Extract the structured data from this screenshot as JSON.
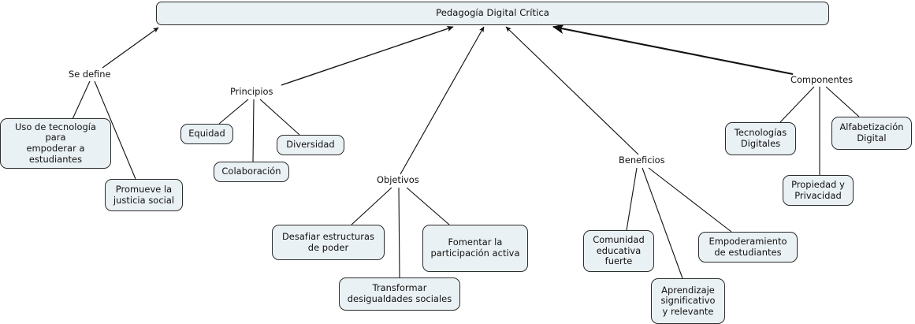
{
  "diagram": {
    "type": "concept-map",
    "title": "Pedagogía Digital Crítica",
    "background_color": "#ffffff",
    "node_fill_color": "#eaf1f4",
    "node_border_color": "#2b2b2b",
    "text_color": "#111111",
    "edge_color": "#111111"
  },
  "root": {
    "label": "Pedagogía Digital Crítica"
  },
  "branch_labels": {
    "se_define": "Se define",
    "principios": "Principios",
    "objetivos": "Objetivos",
    "beneficios": "Beneficios",
    "componentes": "Componentes"
  },
  "nodes": {
    "uso_tecnologia": "Uso de tecnología\npara\nempoderar a\nestudiantes",
    "justicia_social": "Promueve la\njusticia social",
    "equidad": "Equidad",
    "colaboracion": "Colaboración",
    "diversidad": "Diversidad",
    "desafiar_estructuras": "Desafiar estructuras\nde poder",
    "transformar_desigualdades": "Transformar\ndesigualdades sociales",
    "fomentar_participacion": "Fomentar la\nparticipación activa",
    "comunidad_educativa": "Comunidad\neducativa\nfuerte",
    "aprendizaje_significativo": "Aprendizaje\nsignificativo\ny relevante",
    "empoderamiento_estudiantes": "Empoderamiento\nde estudiantes",
    "tecnologias_digitales": "Tecnologías\nDigitales",
    "propiedad_privacidad": "Propiedad y\nPrivacidad",
    "alfabetizacion_digital": "Alfabetización\nDigital"
  }
}
